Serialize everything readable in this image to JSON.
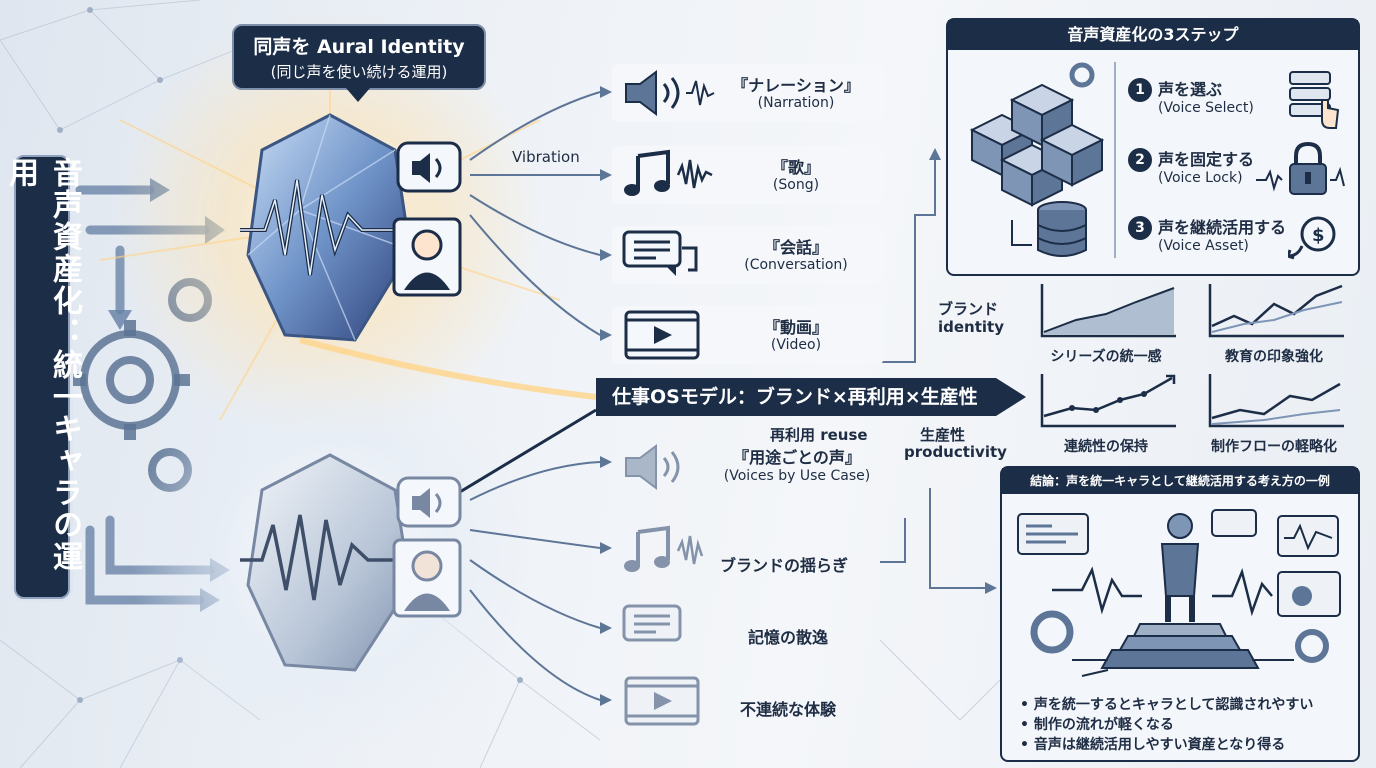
{
  "vertical_title": "音声資産化：統一キャラの運用",
  "top_bubble": {
    "line1": "同声を Aural Identity",
    "line2": "(同じ声を使い続ける運用)"
  },
  "vibration_label": "Vibration",
  "upper_cards": [
    {
      "title": "『ナレーション』",
      "subtitle": "(Narration)",
      "icon": "speaker-icon"
    },
    {
      "title": "『歌』",
      "subtitle": "(Song)",
      "icon": "music-note-icon"
    },
    {
      "title": "『会話』",
      "subtitle": "(Conversation)",
      "icon": "chat-bubble-icon"
    },
    {
      "title": "『動画』",
      "subtitle": "(Video)",
      "icon": "video-play-icon"
    }
  ],
  "banner": "仕事OSモデル：ブランド×再利用×生産性",
  "reuse_label": "再利用 reuse",
  "productivity_label": {
    "line1": "生産性",
    "line2": "productivity"
  },
  "brand_identity_label": {
    "line1": "ブランド",
    "line2": "identity"
  },
  "lower_items": {
    "title": "『用途ごとの声』",
    "subtitle": "(Voices by Use Case)",
    "items": [
      "ブランドの揺らぎ",
      "記憶の散逸",
      "不連続な体験"
    ]
  },
  "steps_panel": {
    "title": "音声資産化の3ステップ",
    "steps": [
      {
        "num": "1",
        "title": "声を選ぶ",
        "subtitle": "(Voice Select)"
      },
      {
        "num": "2",
        "title": "声を固定する",
        "subtitle": "(Voice Lock)"
      },
      {
        "num": "3",
        "title": "声を継続活用する",
        "subtitle": "(Voice Asset)"
      }
    ]
  },
  "mini_charts": [
    {
      "label": "シリーズの統一感"
    },
    {
      "label": "教育の印象強化"
    },
    {
      "label": "連続性の保持"
    },
    {
      "label": "制作フローの軽略化"
    }
  ],
  "conclusion_panel": {
    "title": "結論：声を統一キャラとして継続活用する考え方の一例",
    "bullets": [
      "• 声を統一するとキャラとして認識されやすい",
      "• 制作の流れが軽くなる",
      "• 音声は継続活用しやすい資産となり得る"
    ]
  },
  "colors": {
    "navy": "#1c2d47",
    "steel": "#5d7596",
    "light": "#dfe6ef"
  }
}
